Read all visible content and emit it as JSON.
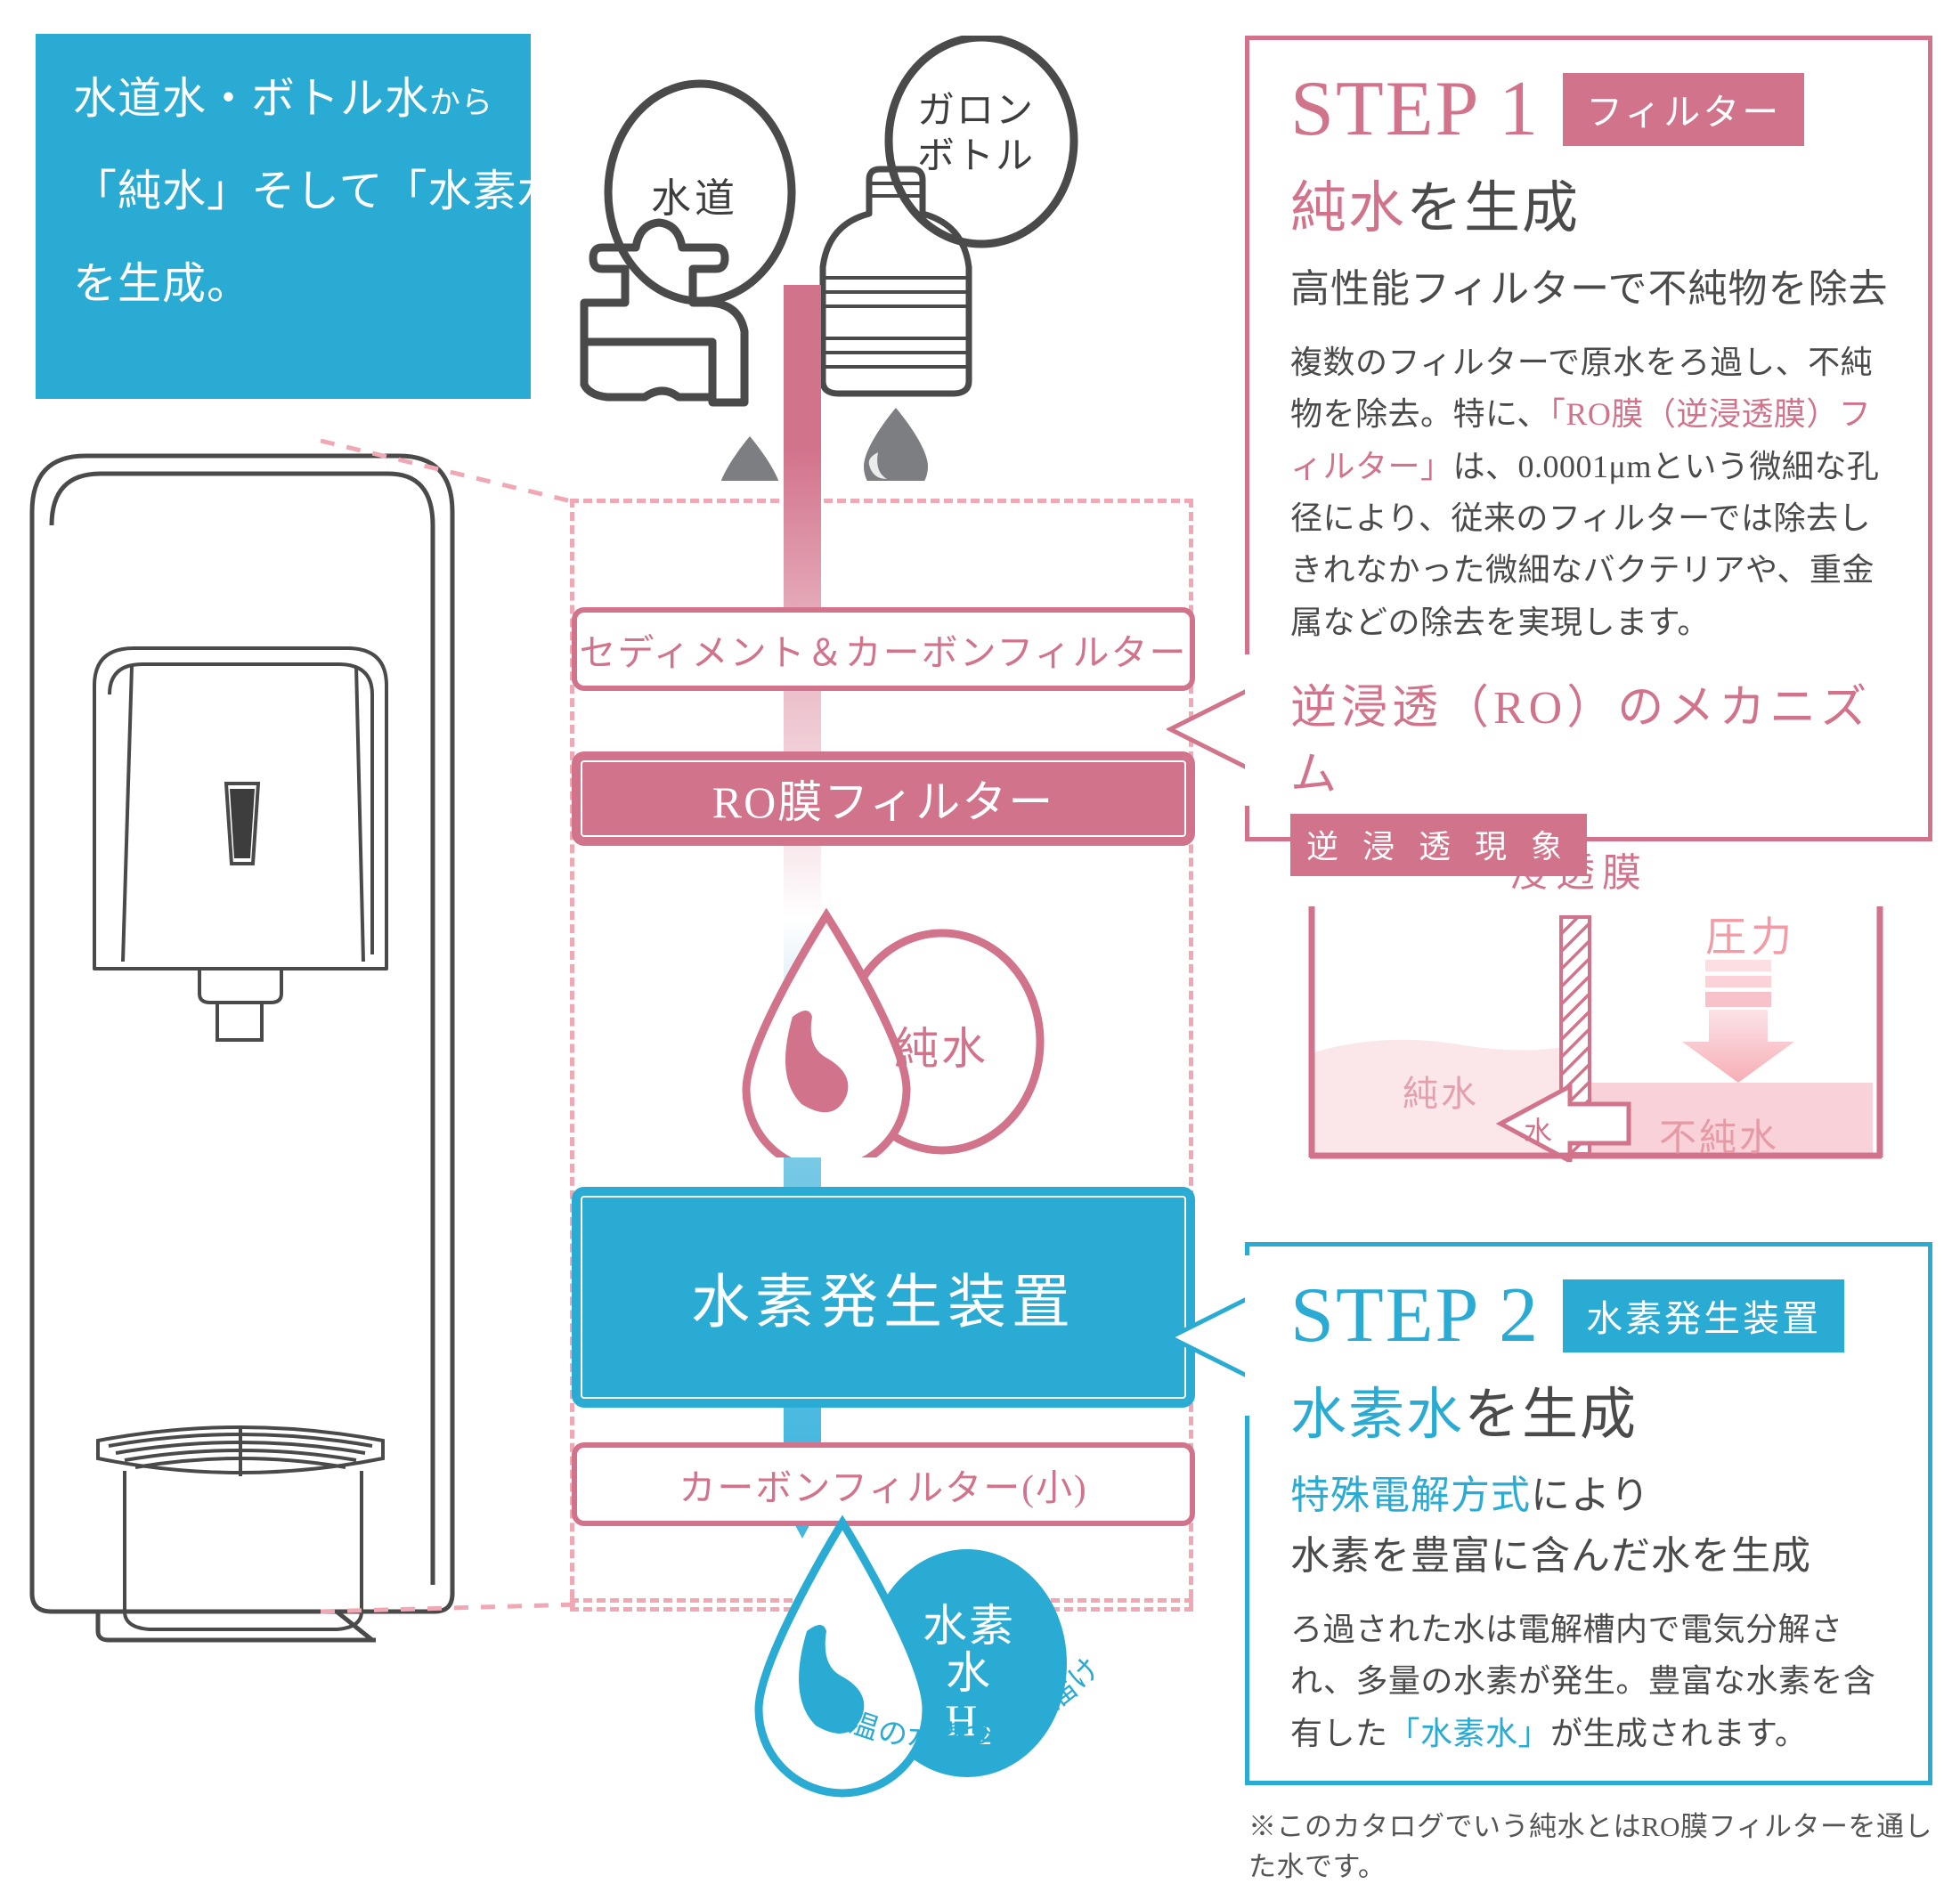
{
  "colors": {
    "pink": "#d2738c",
    "blue": "#29abd4",
    "pink_light": "#f0a9b4",
    "gray": "#4a4a4a"
  },
  "header": {
    "line1_main": "水道水・ボトル水",
    "line1_suffix": "から",
    "line2": "「純水」そして「水素水」",
    "line3": "を生成。"
  },
  "sources": {
    "tap_bubble": "水道",
    "bottle_bubble_line1": "ガロン",
    "bottle_bubble_line2": "ボトル"
  },
  "flow": {
    "filters": [
      {
        "label": "セディメント＆カーボンフィルター",
        "style": "outline"
      },
      {
        "label": "RO膜フィルター",
        "style": "filled"
      },
      {
        "label": "水素発生装置",
        "style": "blue"
      },
      {
        "label": "カーボンフィルター(小)",
        "style": "outline"
      }
    ],
    "pure_water_label": "純水",
    "hydrogen_label_line1": "水素水",
    "hydrogen_label_line2": "H₂",
    "curved_caption": "常温の水素水をお届けします。"
  },
  "step1": {
    "title": "STEP 1",
    "tag": "フィルター",
    "heading_accent": "純水",
    "heading_rest": "を生成",
    "subheading": "高性能フィルターで不純物を除去",
    "body_part1": "複数のフィルターで原水をろ過し、不純物を除去。特に、",
    "body_accent": "「RO膜（逆浸透膜）フィルター」",
    "body_part2": "は、0.0001μmという微細な孔径により、従来のフィルターでは除去しきれなかった微細なバクテリアや、重金属などの除去を実現します。",
    "mechanism_title": "逆浸透（RO）のメカニズム",
    "mechanism_tag": "逆 浸 透 現 象",
    "diagram": {
      "membrane_label": "浸透膜",
      "pressure_label": "圧力",
      "pure_label": "純水",
      "impure_label": "不純水",
      "water_arrow_label": "水"
    }
  },
  "step2": {
    "title": "STEP 2",
    "tag": "水素発生装置",
    "heading_accent": "水素水",
    "heading_rest": "を生成",
    "sub_accent": "特殊電解方式",
    "sub_rest": "により",
    "sub_line2": "水素を豊富に含んだ水を生成",
    "body_part1": "ろ過された水は電解槽内で電気分解され、多量の水素が発生。豊富な水素を含有した",
    "body_accent": "「水素水」",
    "body_part2": "が生成されます。"
  },
  "footnote": "※このカタログでいう純水とはRO膜フィルターを通した水です。"
}
